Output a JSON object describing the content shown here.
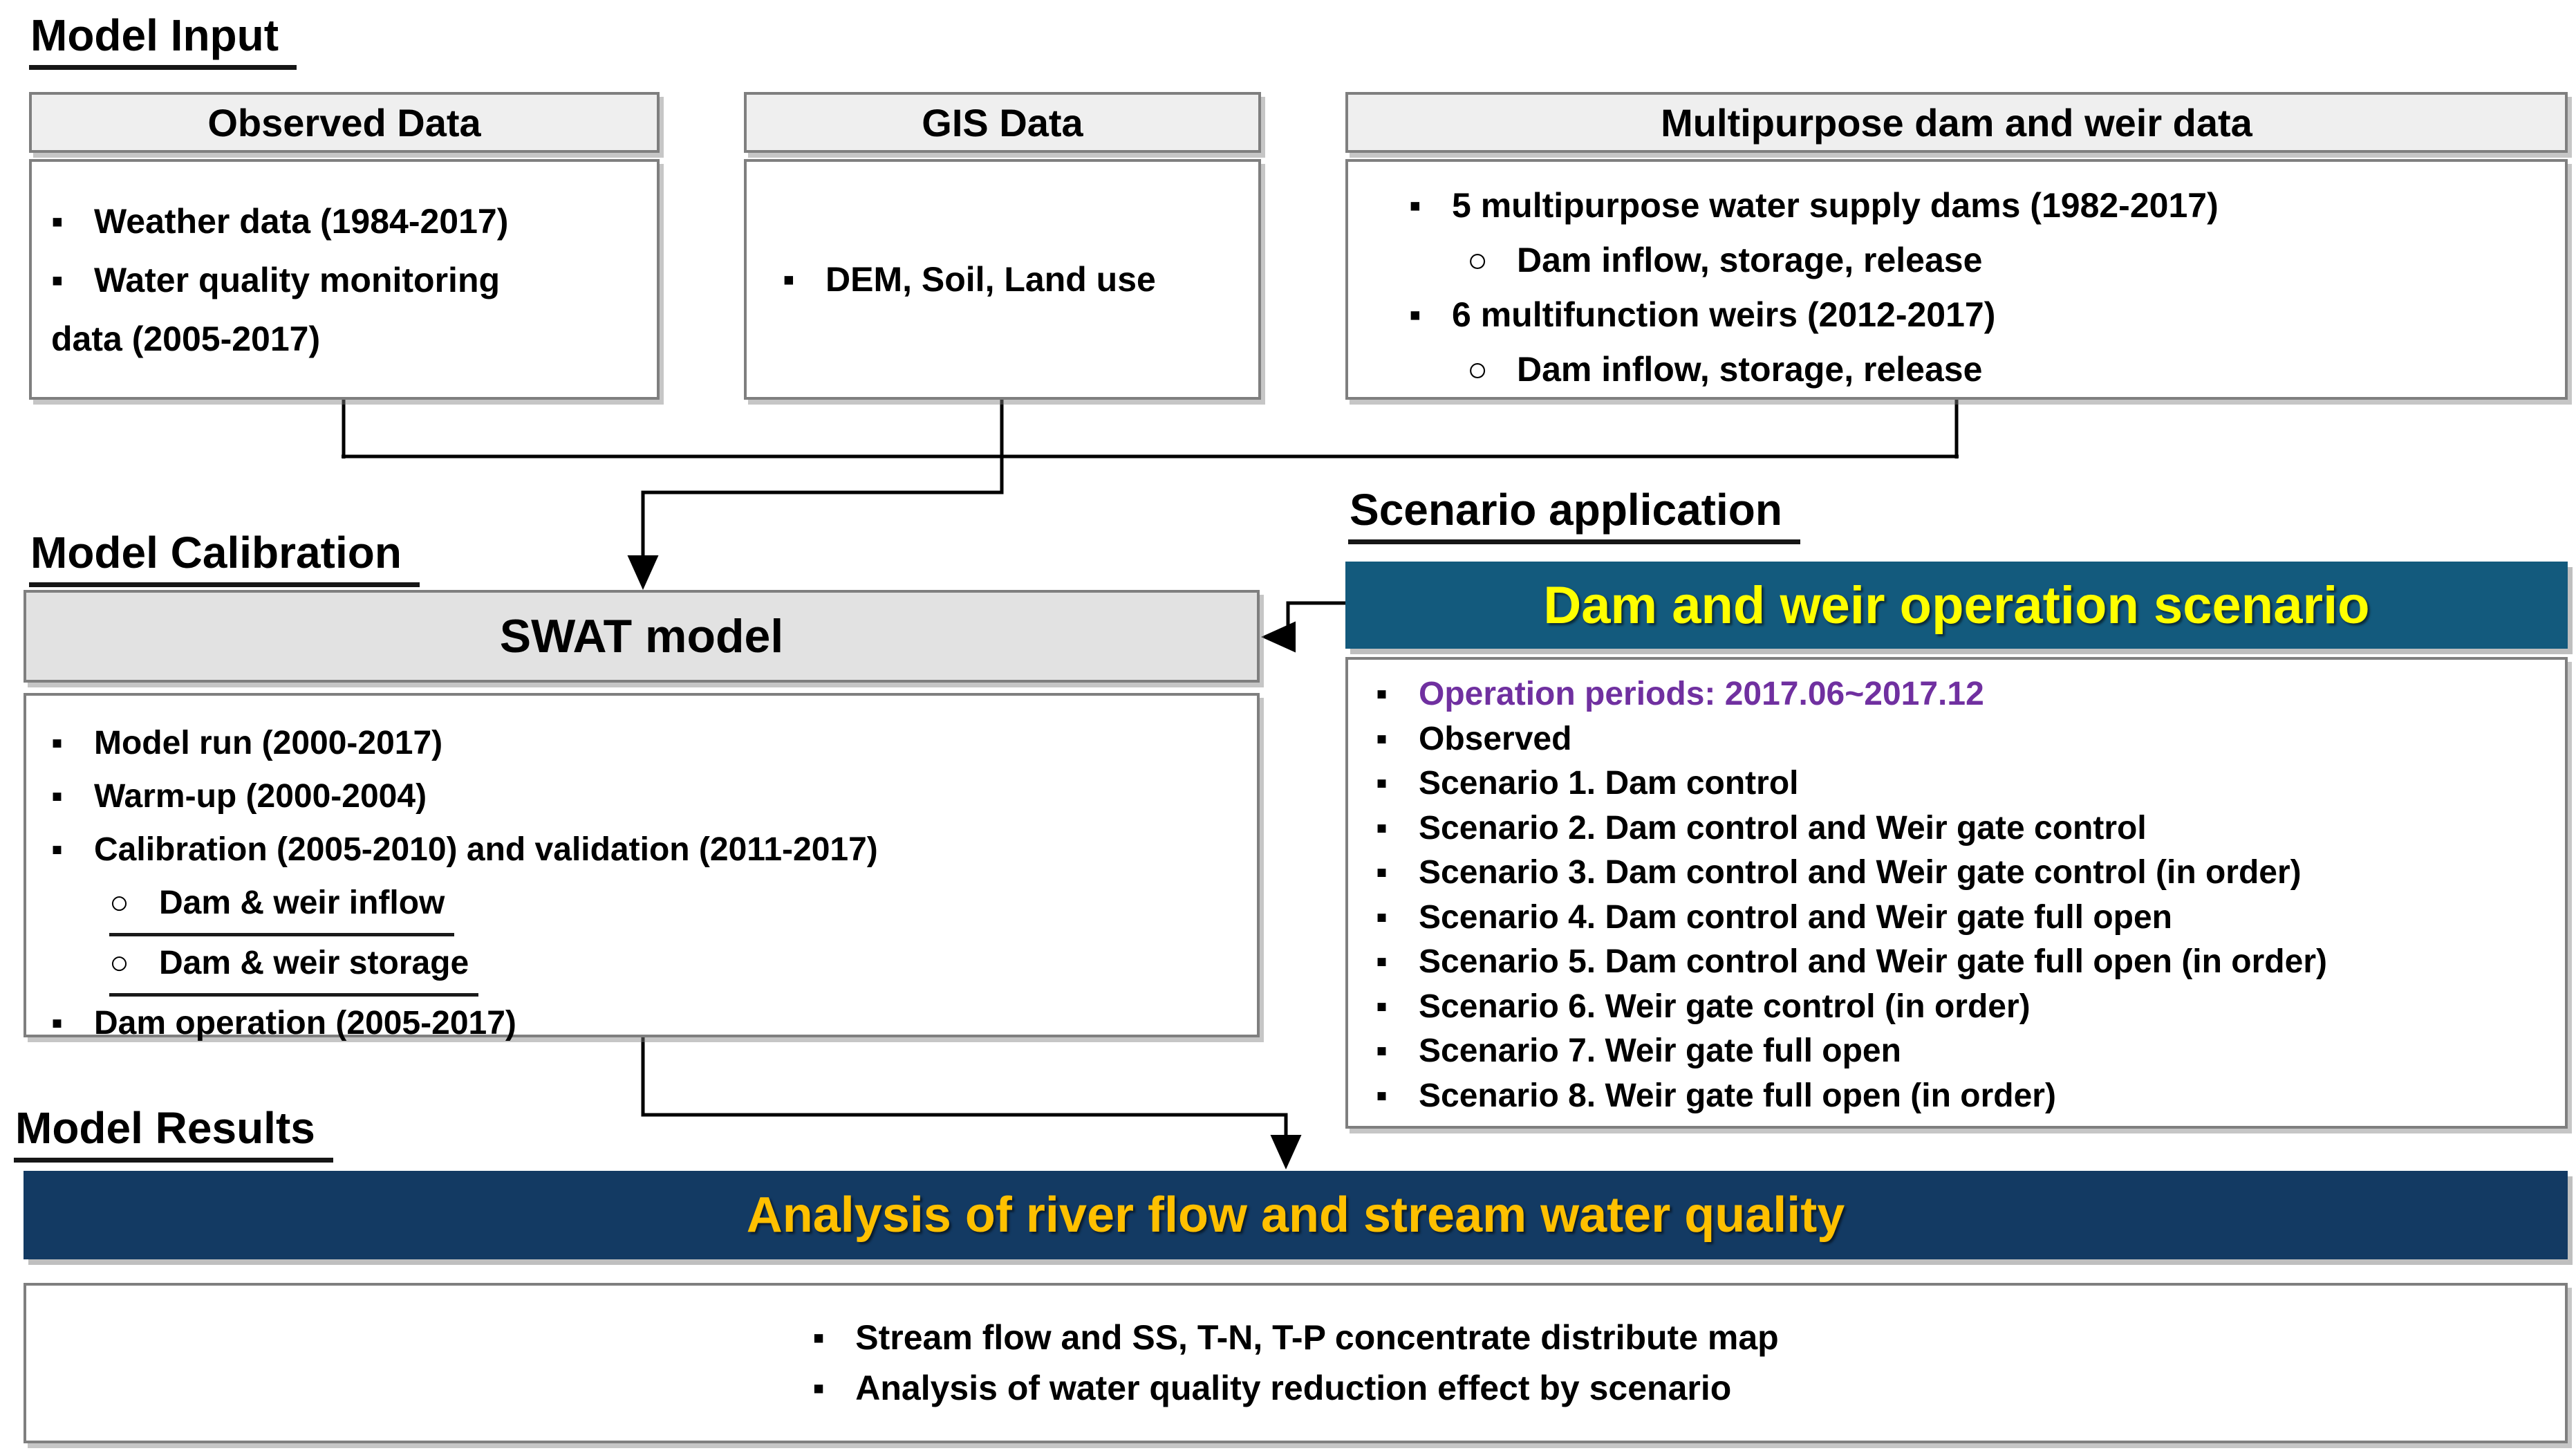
{
  "glyphs": {
    "square_bullet": "▪",
    "circle_bullet": "○"
  },
  "colors": {
    "scenario_banner_bg": "#135A7D",
    "scenario_banner_text": "#FFFF00",
    "results_banner_bg": "#133A63",
    "results_banner_text": "#FFC000",
    "operation_periods_text": "#7030A0",
    "header_bar_bg": "#EFEFEF",
    "swat_bar_bg": "#E2E2E2",
    "box_border": "#7F7F7F"
  },
  "model_input": {
    "heading": "Model Input",
    "observed": {
      "title": "Observed Data",
      "line1": "Weather data (1984-2017)",
      "line2": "Water quality monitoring",
      "line3": "data (2005-2017)"
    },
    "gis": {
      "title": "GIS Data",
      "line1": "DEM, Soil, Land use"
    },
    "multipurpose": {
      "title": "Multipurpose dam and weir data",
      "line1": "5 multipurpose water supply dams (1982-2017)",
      "line2": "Dam inflow, storage, release",
      "line3": "6 multifunction weirs (2012-2017)",
      "line4": "Dam inflow, storage, release"
    }
  },
  "model_calibration": {
    "heading": "Model Calibration",
    "title": "SWAT model",
    "line1": "Model run (2000-2017)",
    "line2": "Warm-up (2000-2004)",
    "line3": "Calibration (2005-2010) and validation (2011-2017)",
    "line4": "Dam & weir inflow",
    "line5": "Dam & weir storage",
    "line6": "Dam operation (2005-2017)"
  },
  "scenario_application": {
    "heading": "Scenario application",
    "title": "Dam and weir operation scenario",
    "line1": "Operation periods: 2017.06~2017.12",
    "line2": "Observed",
    "line3": "Scenario 1. Dam control",
    "line4": "Scenario 2. Dam control and Weir gate control",
    "line5": "Scenario 3. Dam control and Weir gate control (in order)",
    "line6": "Scenario 4. Dam control and Weir gate full open",
    "line7": "Scenario 5. Dam control and Weir gate full open (in order)",
    "line8": "Scenario 6. Weir gate control (in order)",
    "line9": "Scenario 7. Weir gate full open",
    "line10": "Scenario 8. Weir gate full open (in order)"
  },
  "model_results": {
    "heading": "Model Results",
    "title": "Analysis of river flow and stream water quality",
    "line1": "Stream flow and SS, T-N, T-P concentrate distribute map",
    "line2": "Analysis of water quality reduction effect by scenario"
  }
}
